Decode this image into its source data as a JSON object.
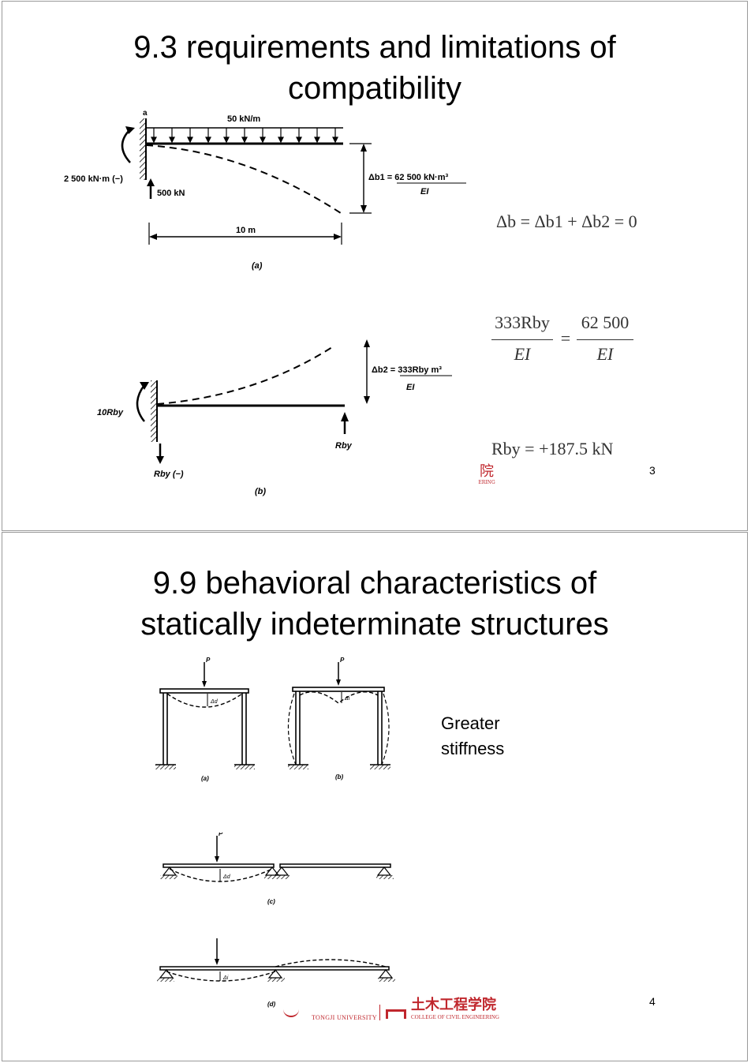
{
  "slide1": {
    "title_line1": "9.3 requirements and limitations of",
    "title_line2": "compatibility",
    "page_number": "3",
    "fig_a": {
      "point_label": "a",
      "load_label": "50 kN/m",
      "moment_label": "2 500 kN·m (−)",
      "reaction_label": "500 kN",
      "span_label": "10 m",
      "deflection_label": "Δb1 = 62 500 kN·m³",
      "deflection_denominator": "EI",
      "caption": "(a)"
    },
    "fig_b": {
      "moment_label": "10Rby",
      "deflection_label": "Δb2 = 333Rby m³",
      "deflection_denominator": "EI",
      "force_label": "Rby",
      "reaction_label": "Rby (−)",
      "caption": "(b)"
    },
    "equations": {
      "eq1": "Δb = Δb1 + Δb2 = 0",
      "eq2_left_num": "333Rby",
      "eq2_left_den": "EI",
      "eq2_right_num": "62 500",
      "eq2_right_den": "EI",
      "eq3": "Rby = +187.5 kN"
    },
    "stamp_char": "院",
    "stamp_text": "ERING"
  },
  "slide2": {
    "title_line1": "9.9 behavioral characteristics of",
    "title_line2": "statically indeterminate structures",
    "page_number": "4",
    "note_line1": "Greater",
    "note_line2": "stiffness",
    "fig_captions": [
      "(a)",
      "(b)",
      "(c)",
      "(d)"
    ],
    "load_label": "P",
    "deflection_labels": [
      "Δd",
      "Δi",
      "Δd",
      "Δi"
    ],
    "footer": {
      "university": "TONGJI UNIVERSITY",
      "college_cn": "土木工程学院",
      "college_en": "COLLEGE OF CIVIL ENGINEERING"
    }
  },
  "colors": {
    "border": "#9a9a9a",
    "logo_red": "#c0272d",
    "text": "#000000"
  }
}
